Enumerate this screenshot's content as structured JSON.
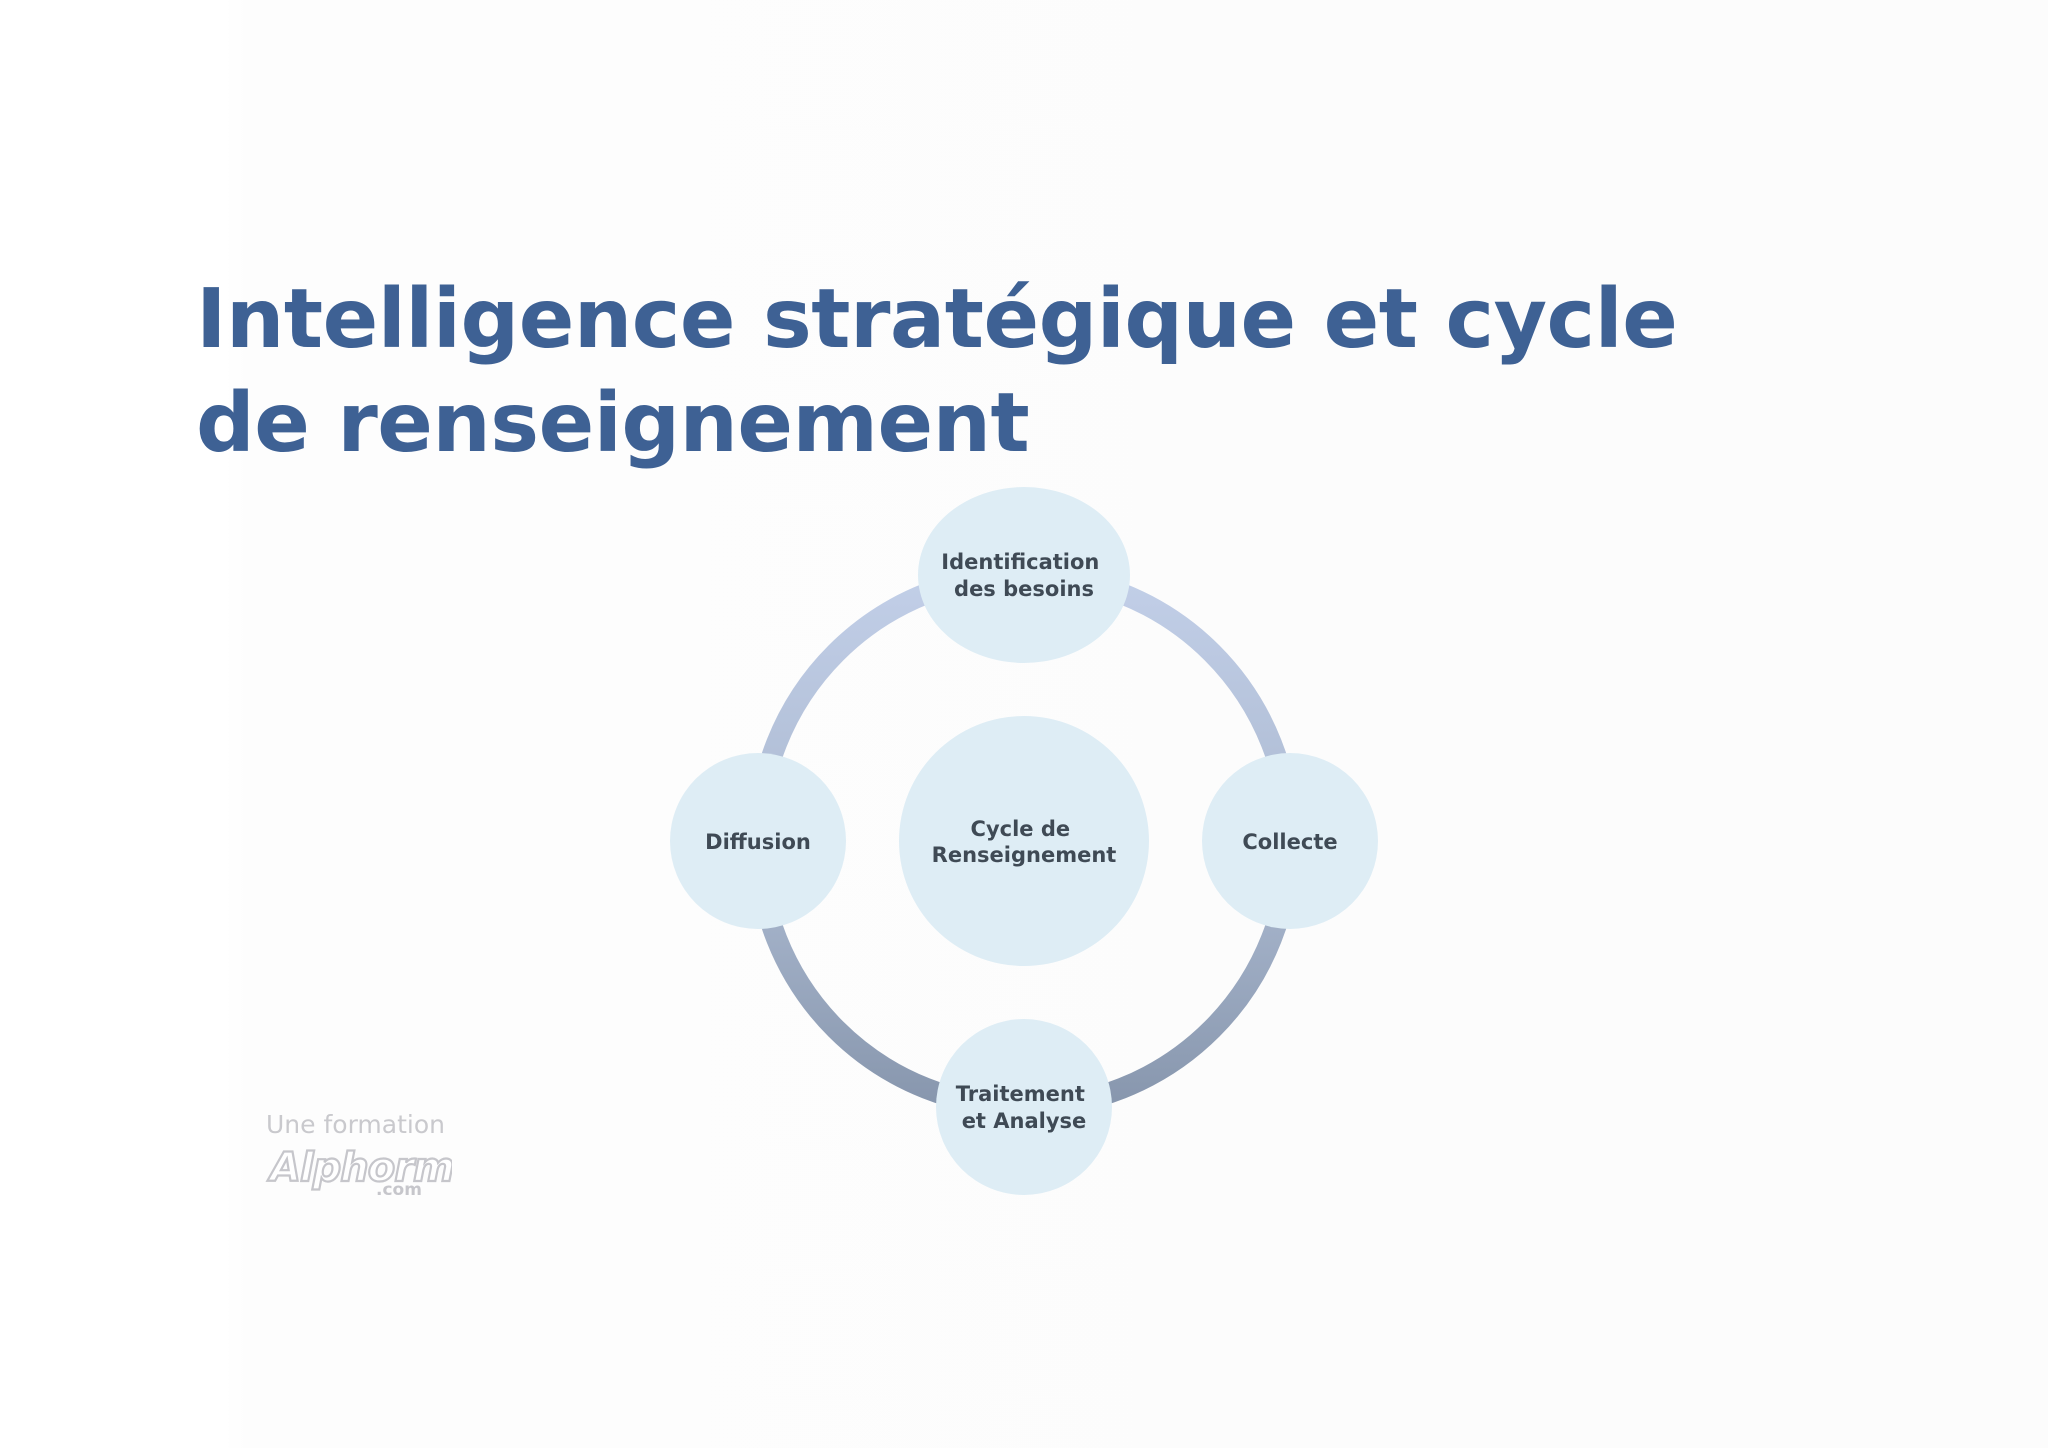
{
  "slide": {
    "title": "Intelligence stratégique et cycle de renseignement"
  },
  "diagram": {
    "type": "cycle",
    "center": {
      "label_lines": [
        "Cycle de",
        "Renseignement"
      ]
    },
    "nodes": [
      {
        "id": "identification",
        "label_lines": [
          "Identification",
          "des besoins"
        ]
      },
      {
        "id": "collecte",
        "label_lines": [
          "Collecte"
        ]
      },
      {
        "id": "traitement",
        "label_lines": [
          "Traitement",
          "et Analyse"
        ]
      },
      {
        "id": "diffusion",
        "label_lines": [
          "Diffusion"
        ]
      }
    ],
    "colors": {
      "node_fill": "#deedf5",
      "ring_top": "#bcc9e3",
      "ring_bottom": "#8b9bb3",
      "label": "#3f4a55",
      "title": "#3e6194"
    }
  },
  "branding": {
    "tagline": "Une formation",
    "logo_text": "Alphorm",
    "logo_suffix": ".com"
  }
}
